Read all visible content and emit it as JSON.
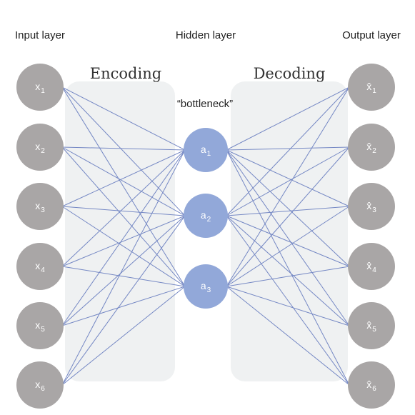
{
  "labels": {
    "input_layer": "Input layer",
    "hidden_layer": "Hidden layer",
    "output_layer": "Output layer",
    "encoding": "Encoding",
    "decoding": "Decoding",
    "bottleneck": "“bottleneck”"
  },
  "input_nodes": [
    {
      "base": "x",
      "sub": "1"
    },
    {
      "base": "x",
      "sub": "2"
    },
    {
      "base": "x",
      "sub": "3"
    },
    {
      "base": "x",
      "sub": "4"
    },
    {
      "base": "x",
      "sub": "5"
    },
    {
      "base": "x",
      "sub": "6"
    }
  ],
  "hidden_nodes": [
    {
      "base": "a",
      "sub": "1"
    },
    {
      "base": "a",
      "sub": "2"
    },
    {
      "base": "a",
      "sub": "3"
    }
  ],
  "output_nodes": [
    {
      "base": "x̂",
      "sub": "1"
    },
    {
      "base": "x̂",
      "sub": "2"
    },
    {
      "base": "x̂",
      "sub": "3"
    },
    {
      "base": "x̂",
      "sub": "4"
    },
    {
      "base": "x̂",
      "sub": "5"
    },
    {
      "base": "x̂",
      "sub": "6"
    }
  ],
  "colors": {
    "gray_node": "#a9a6a6",
    "blue_node": "#92a8d9",
    "edge": "#7588c4",
    "panel": "#eff1f2"
  }
}
